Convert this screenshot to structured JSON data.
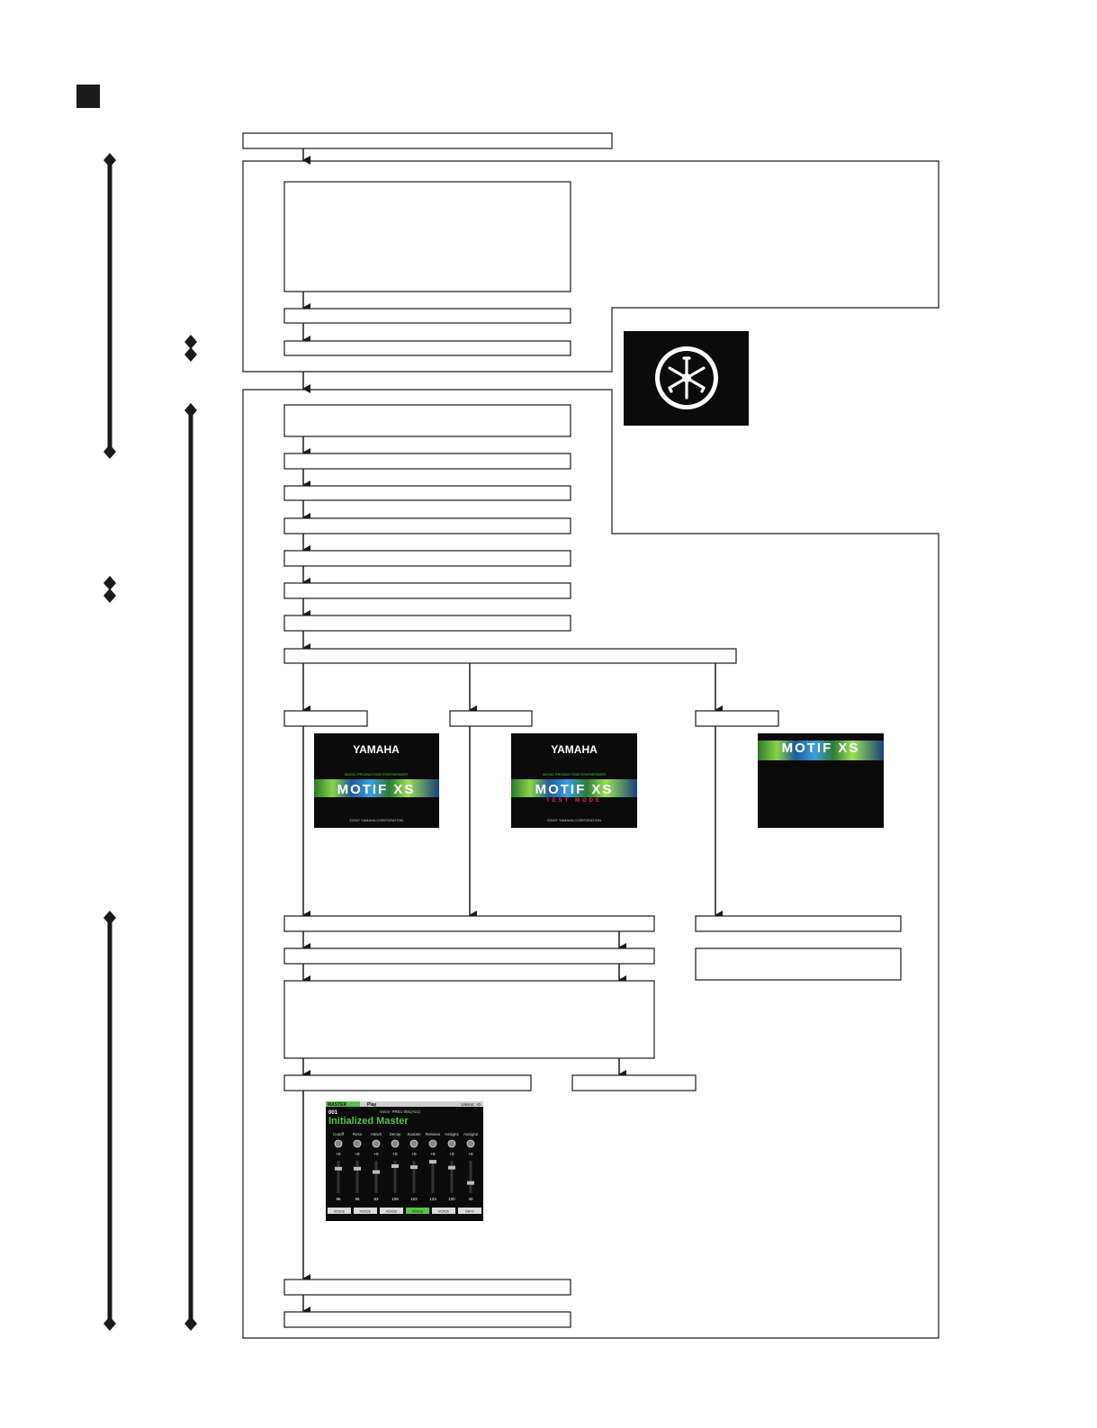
{
  "section_marker": {
    "label": ""
  },
  "screens": {
    "logo_screen": {
      "icon": "tuning-fork-logo-icon"
    },
    "normal_boot": {
      "brand": "YAMAHA",
      "subtitle": "MUSIC PRODUCTION SYNTHESIZER",
      "product": "MOTIF XS",
      "mode": "",
      "copyright": "©2007 YAMAHA CORPORATION"
    },
    "test_boot": {
      "brand": "YAMAHA",
      "subtitle": "MUSIC PRODUCTION SYNTHESIZER",
      "product": "MOTIF XS",
      "mode": "TEST MODE",
      "copyright": "©2007 YAMAHA CORPORATION"
    },
    "update_boot": {
      "product": "MOTIF XS"
    },
    "master_play": {
      "mode_tab": "MASTER",
      "play_tab": "Play",
      "status": "Unison: +0",
      "info": "Voice: PRE1 001(A01)",
      "number": "001",
      "name": "Initialized Master",
      "knob_labels": [
        "Cutoff",
        "Reso",
        "Attack",
        "Decay",
        "Sustain",
        "Release",
        "Assign1",
        "Assign2"
      ],
      "knob_values": [
        "+0",
        "+0",
        "+0",
        "+0",
        "+0",
        "+0",
        "+0",
        "+0"
      ],
      "fader_values": [
        "96",
        "96",
        "83",
        "106",
        "102",
        "123",
        "100",
        "40"
      ],
      "soft_buttons": [
        "VOICE",
        "VOICE",
        "VOICE",
        "VOICE",
        "VOICE",
        "INFO"
      ]
    }
  },
  "colors": {
    "line": "#1a1a1a",
    "screen_bg": "#0b0b0b",
    "accent_green": "#59c24a",
    "test_red": "#e0283c"
  }
}
